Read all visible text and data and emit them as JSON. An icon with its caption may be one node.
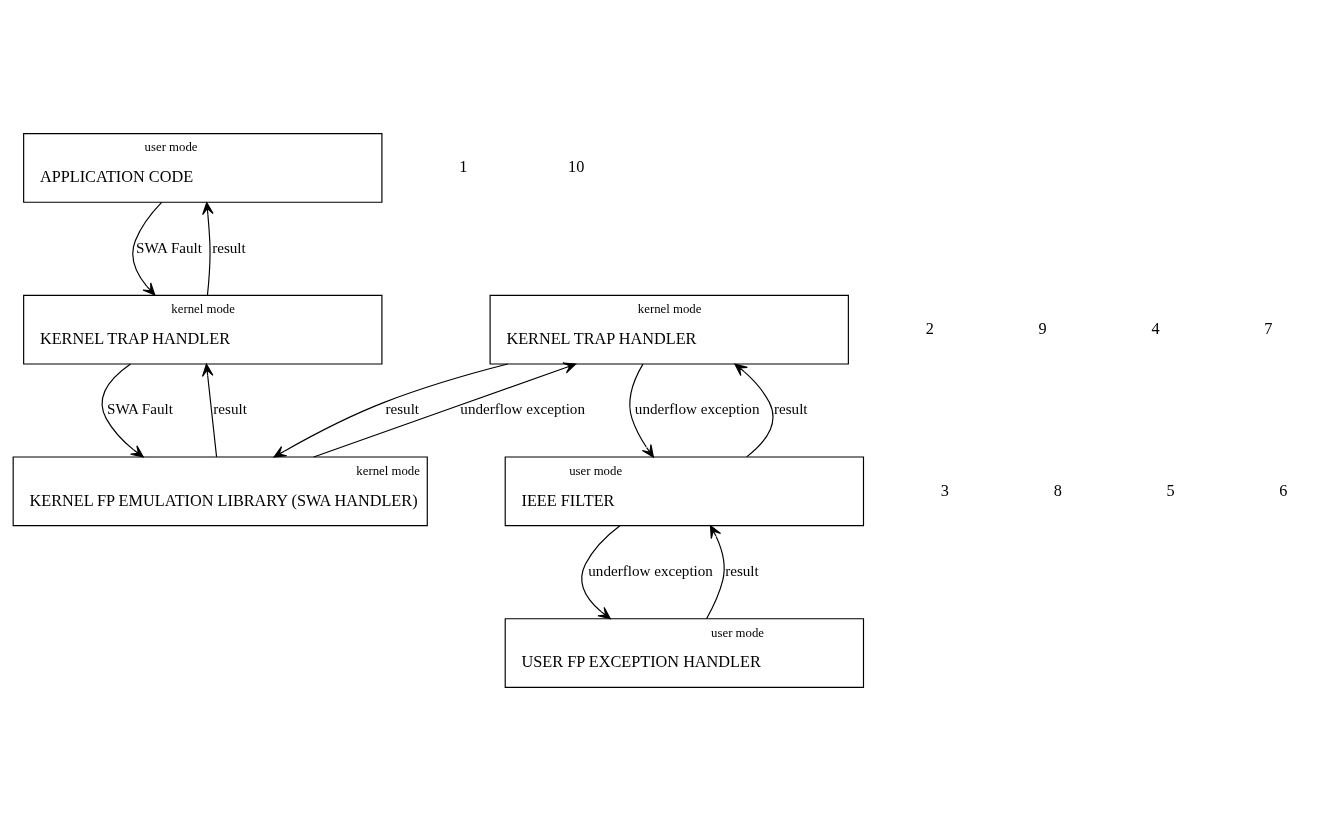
{
  "diagram": {
    "nodes": [
      {
        "text": [
          "user mode",
          "APPLICATION CODE"
        ]
      },
      {
        "text": [
          "kernel mode",
          "KERNEL TRAP HANDLER"
        ]
      },
      {
        "text": [
          "kernel mode",
          "KERNEL FP EMULATION LIBRARY (SWA HANDLER)"
        ]
      },
      {
        "text": [
          "kernel mode",
          "KERNEL TRAP HANDLER"
        ]
      },
      {
        "text": [
          "user mode",
          "IEEE FILTER"
        ]
      },
      {
        "text": [
          "user mode",
          "USER FP EXCEPTION HANDLER"
        ]
      }
    ],
    "edges": [
      {
        "from": 0,
        "to": 1,
        "arrow": "to",
        "label": "SWA Fault"
      },
      {
        "from": 1,
        "to": 2,
        "arrow": "to",
        "label": "SWA Fault"
      },
      {
        "from": 2,
        "to": 3,
        "arrow": "to",
        "label": "underflow exception"
      },
      {
        "from": 3,
        "to": 4,
        "arrow": "to",
        "label": "underflow exception"
      },
      {
        "from": 4,
        "to": 5,
        "arrow": "to",
        "label": "underflow exception"
      },
      {
        "from": 5,
        "to": 4,
        "arrow": "to",
        "label": "result"
      },
      {
        "from": 4,
        "to": 3,
        "arrow": "to",
        "label": "result"
      },
      {
        "from": 3,
        "to": 2,
        "arrow": "to",
        "label": "result"
      },
      {
        "from": 2,
        "to": 1,
        "arrow": "to",
        "label": "result"
      },
      {
        "from": 1,
        "to": 0,
        "arrow": "to",
        "label": "result"
      }
    ],
    "labels": [
      "1",
      "10",
      "2",
      "9",
      "4",
      "7",
      "3",
      "8",
      "5",
      "6"
    ]
  }
}
